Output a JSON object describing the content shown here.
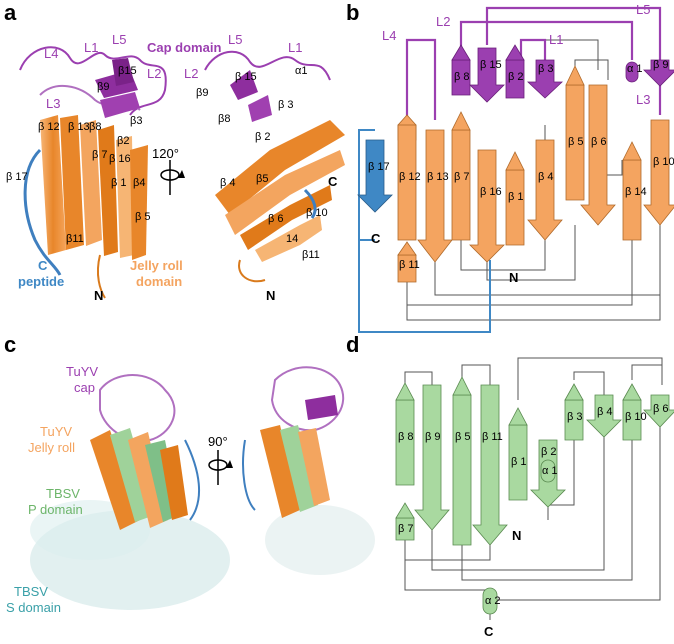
{
  "colors": {
    "orange": "#f4a460",
    "orange_dark": "#d97a1c",
    "purple": "#9b3fb0",
    "purple_light": "#c08ad0",
    "blue": "#3f88c5",
    "green": "#a9d9a0",
    "gray_line": "#555555",
    "teal_text": "#3aa0a8"
  },
  "panels": {
    "a": "a",
    "b": "b",
    "c": "c",
    "d": "d"
  },
  "panel_a": {
    "rotation": "120°",
    "labels": {
      "L4": "L4",
      "L1": "L1",
      "L5": "L5",
      "cap": "Cap domain",
      "L2": "L2",
      "L3": "L3",
      "b15": "β15",
      "b9": "β9",
      "b8": "β8",
      "b3": "β3",
      "b2": "β2",
      "b12": "β 12",
      "b13": "β 13",
      "b7": "β 7",
      "b16": "β 16",
      "b1": "β 1",
      "b4": "β4",
      "b5": "β 5",
      "b17": "β 17",
      "b11": "β11",
      "c_pep1": "C",
      "c_pep2": "peptide",
      "n": "N",
      "jelly1": "Jelly roll",
      "jelly2": "domain",
      "r_L5": "L5",
      "r_L1": "L1",
      "r_L2": "L2",
      "r_b9": "β9",
      "r_b15": "β 15",
      "r_a1": "α1",
      "r_b8": "β8",
      "r_b3": "β 3",
      "r_b2": "β 2",
      "r_b4": "β 4",
      "r_b5": "β5",
      "r_b6": "β 6",
      "r_c": "C",
      "r_b10": "β 10",
      "r_b14": "14",
      "r_b11": "β11",
      "r_n": "N"
    }
  },
  "panel_b": {
    "loops": {
      "L4": "L4",
      "L2": "L2",
      "L5": "L5",
      "L1": "L1",
      "L3": "L3"
    },
    "strands": {
      "b17": "β 17",
      "b12": "β 12",
      "b13": "β 13",
      "b8": "β 8",
      "b7": "β 7",
      "b15": "β 15",
      "b16": "β 16",
      "b2": "β 2",
      "b1": "β 1",
      "b3": "β 3",
      "b4": "β 4",
      "b5": "β 5",
      "b6": "β 6",
      "a1": "α 1",
      "b9": "β 9",
      "b14": "β 14",
      "b10": "β 10",
      "b11": "β 11"
    },
    "c_term": "C",
    "n_term": "N"
  },
  "panel_c": {
    "rotation": "90°",
    "tuyv_cap_1": "TuYV",
    "tuyv_cap_2": "cap",
    "tuyv_jr_1": "TuYV",
    "tuyv_jr_2": "Jelly roll",
    "tbsv_p_1": "TBSV",
    "tbsv_p_2": "P domain",
    "tbsv_s_1": "TBSV",
    "tbsv_s_2": "S domain"
  },
  "panel_d": {
    "strands": {
      "b8": "β 8",
      "b7": "β 7",
      "b9": "β 9",
      "b5": "β 5",
      "b11": "β 11",
      "b1": "β 1",
      "b2": "β 2",
      "a1": "α 1",
      "b3": "β 3",
      "b4": "β 4",
      "b10": "β 10",
      "b6": "β 6",
      "a2": "α 2"
    },
    "n_term": "N",
    "c_term": "C"
  }
}
